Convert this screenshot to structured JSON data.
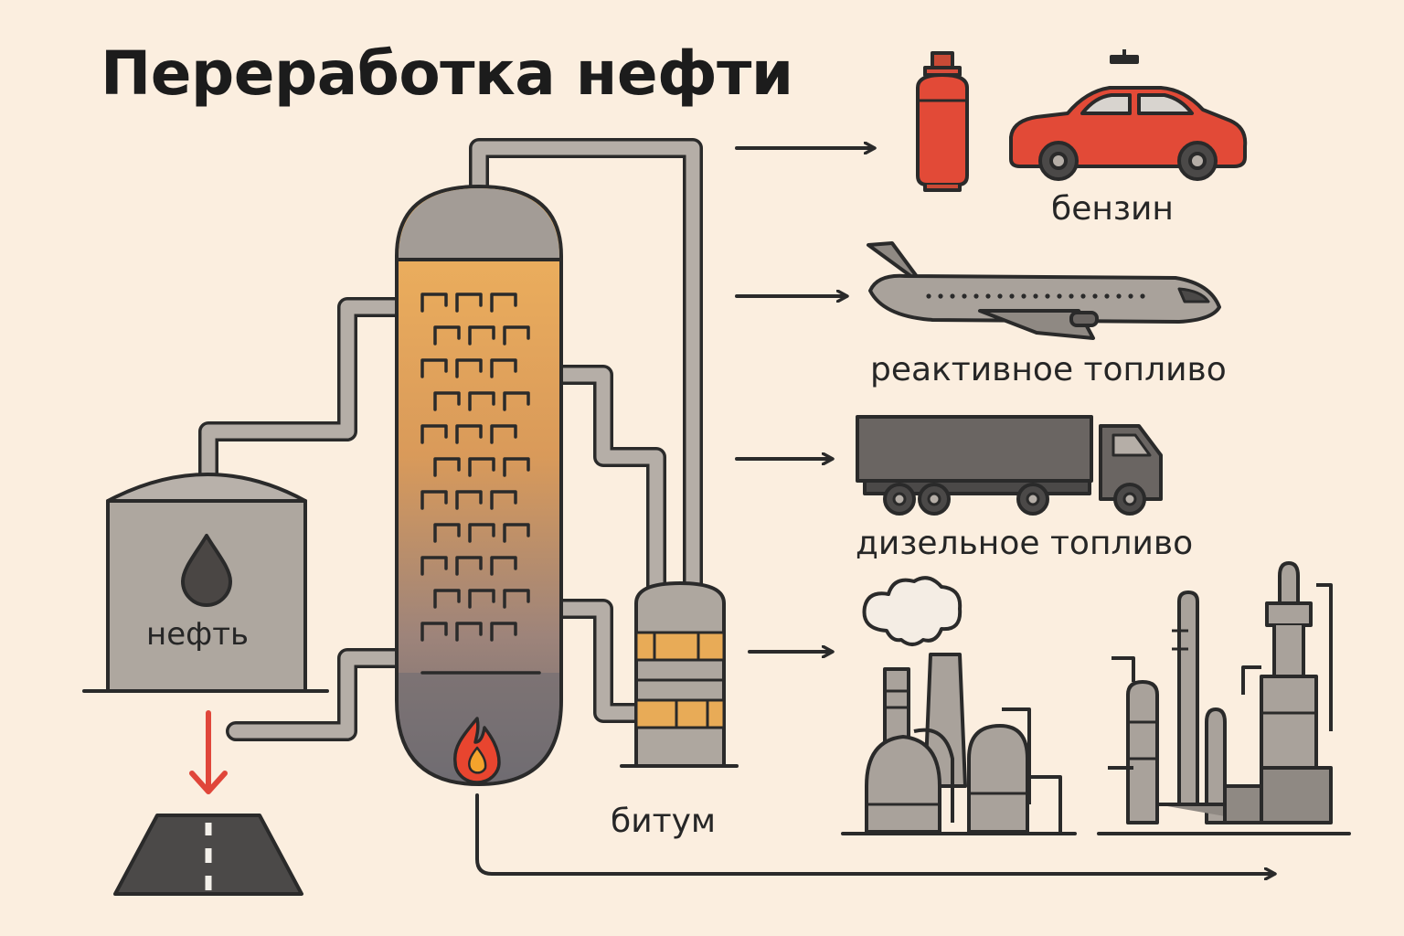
{
  "title": "Переработка нефти",
  "labels": {
    "crude_oil": "нефть",
    "gasoline": "бензин",
    "jet_fuel": "реактивное топливо",
    "diesel": "дизельное топливо",
    "bitumen": "битум"
  },
  "colors": {
    "background": "#fbeedf",
    "outline": "#2a2a2a",
    "steel_gray": "#a9a29b",
    "dark_gray": "#6a6562",
    "accent_red": "#e0463a",
    "column_top": "#f1b45e",
    "column_bottom": "#6f6c72",
    "bitumen_band": "#e8ab57"
  },
  "icons": [
    "oil-drop-icon",
    "gas-cylinder-icon",
    "car-icon",
    "airplane-icon",
    "truck-icon",
    "factory-icon",
    "refinery-icon",
    "flame-icon",
    "road-icon",
    "down-arrow-icon"
  ]
}
